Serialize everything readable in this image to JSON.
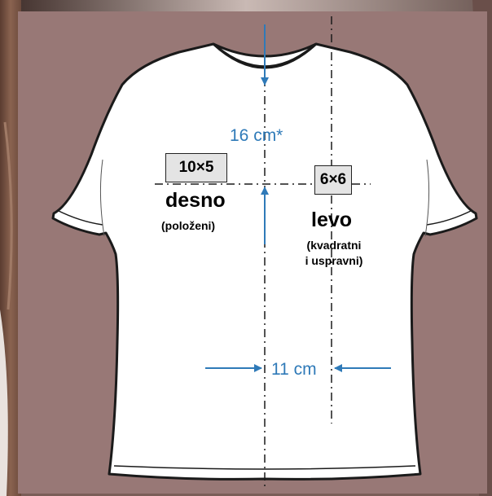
{
  "colors": {
    "panel": "#987876",
    "arrow": "#2f7ab8",
    "shirt": "#ffffff",
    "outline": "#1a1a1a",
    "box_fill": "#e4e4e4"
  },
  "dimensions": {
    "vertical": "16 cm*",
    "horizontal": "11 cm"
  },
  "right_print": {
    "size": "10×5",
    "side": "desno",
    "note": "(položeni)"
  },
  "left_print": {
    "size": "6×6",
    "side": "levo",
    "note_line1": "(kvadratni",
    "note_line2": "i uspravni)"
  }
}
